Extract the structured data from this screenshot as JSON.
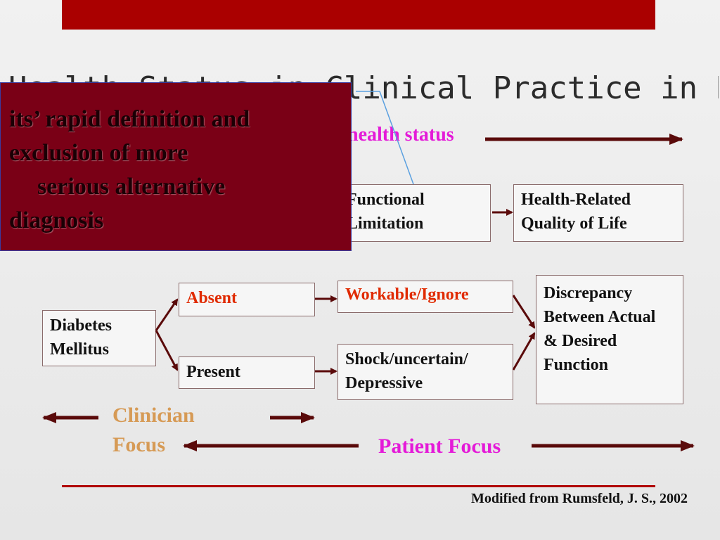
{
  "slide": {
    "title": "Health Status in Clinical Practice in DM",
    "health_status_label": "health status",
    "boxes": {
      "functional_limitation": [
        "Functional",
        "Limitation"
      ],
      "hrqol": [
        "Health-Related",
        "Quality of Life"
      ],
      "diabetes": [
        "Diabetes",
        "Mellitus"
      ],
      "absent": "Absent",
      "present": "Present",
      "workable": "Workable/Ignore",
      "shock": [
        "Shock/uncertain/",
        "Depressive"
      ],
      "discrepancy": [
        "Discrepancy",
        "Between Actual",
        "& Desired",
        "Function"
      ]
    },
    "clinician_focus": [
      "Clinician",
      "Focus"
    ],
    "patient_focus": "Patient Focus",
    "source": "Modified from Rumsfeld, J. S., 2002"
  },
  "overlay": {
    "lines": [
      "its’ rapid definition and",
      "exclusion of more",
      "serious alternative",
      "diagnosis"
    ]
  },
  "colors": {
    "top_bar": "#aa0000",
    "overlay_bg": "#7a0016",
    "accent_magenta": "#e41ad8",
    "accent_orange": "#d69a55",
    "accent_red": "#e02a00",
    "arrow_dark": "#5a0a0a"
  }
}
